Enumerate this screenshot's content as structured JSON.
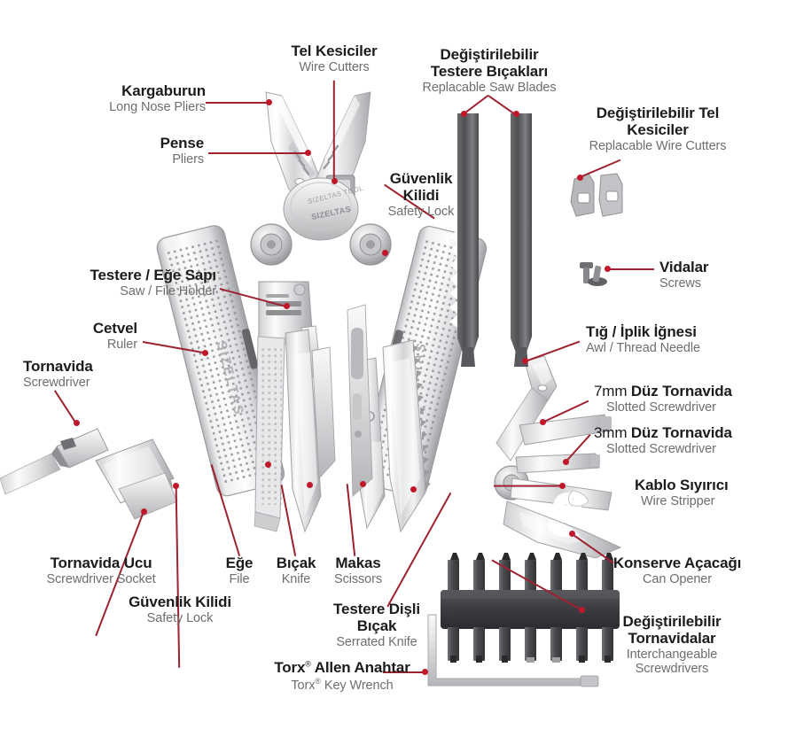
{
  "page": {
    "title": "Multi-Tool Parts Diagram",
    "background_color": "#ffffff",
    "leader_line_color": "#9e2230",
    "leader_dot_color": "#c0172b",
    "primary_text_color": "#1c1c1c",
    "secondary_text_color": "#6e6e70"
  },
  "labels": {
    "kargaburun": {
      "tr": "Kargaburun",
      "en": "Long Nose Pliers"
    },
    "pense": {
      "tr": "Pense",
      "en": "Pliers"
    },
    "tel_kesiciler": {
      "tr": "Tel Kesiciler",
      "en": "Wire Cutters"
    },
    "testere_bicaklari": {
      "tr_line1": "Değiştirilebilir",
      "tr_line2": "Testere Bıçakları",
      "en": "Replacable Saw Blades"
    },
    "degis_tel_kesiciler": {
      "tr_line1": "Değiştirilebilir Tel",
      "tr_line2": "Kesiciler",
      "en": "Replacable Wire Cutters"
    },
    "guvenlik_kilidi_top": {
      "tr_line1": "Güvenlik",
      "tr_line2": "Kilidi",
      "en": "Safety Lock"
    },
    "vidalar": {
      "tr": "Vidalar",
      "en": "Screws"
    },
    "testere_ege_sapi": {
      "tr": "Testere / Eğe Sapı",
      "en": "Saw / File Holder"
    },
    "cetvel": {
      "tr": "Cetvel",
      "en": "Ruler"
    },
    "tornavida": {
      "tr": "Tornavida",
      "en": "Screwdriver"
    },
    "tig_iplik": {
      "tr": "Tığ / İplik İğnesi",
      "en": "Awl / Thread Needle"
    },
    "duz_tornavida_7": {
      "tr_prefix": "7mm ",
      "tr": "Düz Tornavida",
      "en": "Slotted Screwdriver"
    },
    "duz_tornavida_3": {
      "tr_prefix": "3mm ",
      "tr": "Düz Tornavida",
      "en": "Slotted Screwdriver"
    },
    "kablo_siyirici": {
      "tr": "Kablo Sıyırıcı",
      "en": "Wire Stripper"
    },
    "tornavida_ucu": {
      "tr": "Tornavida Ucu",
      "en": "Screwdriver Socket"
    },
    "guvenlik_kilidi_bottom": {
      "tr": "Güvenlik Kilidi",
      "en": "Safety Lock"
    },
    "ege": {
      "tr": "Eğe",
      "en": "File"
    },
    "bicak": {
      "tr": "Bıçak",
      "en": "Knife"
    },
    "makas": {
      "tr": "Makas",
      "en": "Scissors"
    },
    "testere_disli": {
      "tr_line1": "Testere Dişli",
      "tr_line2": "Bıçak",
      "en": "Serrated Knife"
    },
    "torx": {
      "tr": "Torx",
      "tr_sup": "®",
      "tr_rest": " Allen Anahtar",
      "en_a": "Torx",
      "en_sup": "®",
      "en_rest": " Key Wrench"
    },
    "konserve": {
      "tr": "Konserve Açacağı",
      "en": "Can Opener"
    },
    "degis_tornavidalar": {
      "tr_line1": "Değiştirilebilir",
      "tr_line2": "Tornavidalar",
      "en_line1": "Interchangeable",
      "en_line2": "Screwdrivers"
    }
  },
  "artwork": {
    "multitool_brand": "SIZELTAS",
    "bit_set_count": 7,
    "saw_blade_count": 2,
    "replacement_cutter_count": 2,
    "screw_count": 2
  }
}
